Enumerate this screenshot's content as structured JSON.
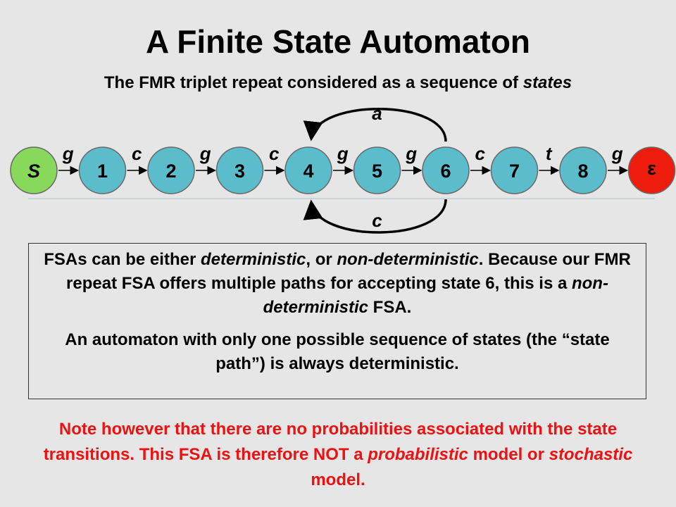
{
  "title": "A Finite State Automaton",
  "subtitle": {
    "text": "The FMR triplet repeat considered as a sequence of ",
    "emphasis": "states"
  },
  "diagram": {
    "states": [
      {
        "label": "S",
        "color": "#88d85c",
        "kind": "start"
      },
      {
        "label": "1",
        "color": "#5bbccb",
        "kind": "normal"
      },
      {
        "label": "2",
        "color": "#5bbccb",
        "kind": "normal"
      },
      {
        "label": "3",
        "color": "#5bbccb",
        "kind": "normal"
      },
      {
        "label": "4",
        "color": "#5bbccb",
        "kind": "normal"
      },
      {
        "label": "5",
        "color": "#5bbccb",
        "kind": "normal"
      },
      {
        "label": "6",
        "color": "#5bbccb",
        "kind": "normal"
      },
      {
        "label": "7",
        "color": "#5bbccb",
        "kind": "normal"
      },
      {
        "label": "8",
        "color": "#5bbccb",
        "kind": "normal"
      },
      {
        "label": "ε",
        "color": "#ee1c0c",
        "kind": "end"
      }
    ],
    "transitions": [
      "g",
      "c",
      "g",
      "c",
      "g",
      "g",
      "c",
      "t",
      "g"
    ],
    "loops": [
      {
        "label": "a",
        "from": "6",
        "to": "4",
        "side": "top"
      },
      {
        "label": "c",
        "from": "6",
        "to": "4",
        "side": "bottom"
      }
    ],
    "baseline_color": "#a8c8c8"
  },
  "info_box": {
    "p1": {
      "t1": "FSAs can be either ",
      "e1": "deterministic",
      "t2": ", or ",
      "e2": "non-deterministic",
      "t3": ". Because our FMR repeat FSA offers multiple paths for accepting state 6, this is a ",
      "e3": "non-deterministic",
      "t4": " FSA."
    },
    "p2": "An automaton with only one possible sequence of states (the “state path”) is always deterministic."
  },
  "footnote": {
    "t1": "Note however that there are no probabilities associated with the state transitions.  This FSA is therefore NOT a ",
    "e1": "probabilistic",
    "t2": " model or ",
    "e2": "stochastic",
    "t3": " model."
  },
  "colors": {
    "footnote": "#ee1111",
    "background": "#e6e6e6"
  }
}
